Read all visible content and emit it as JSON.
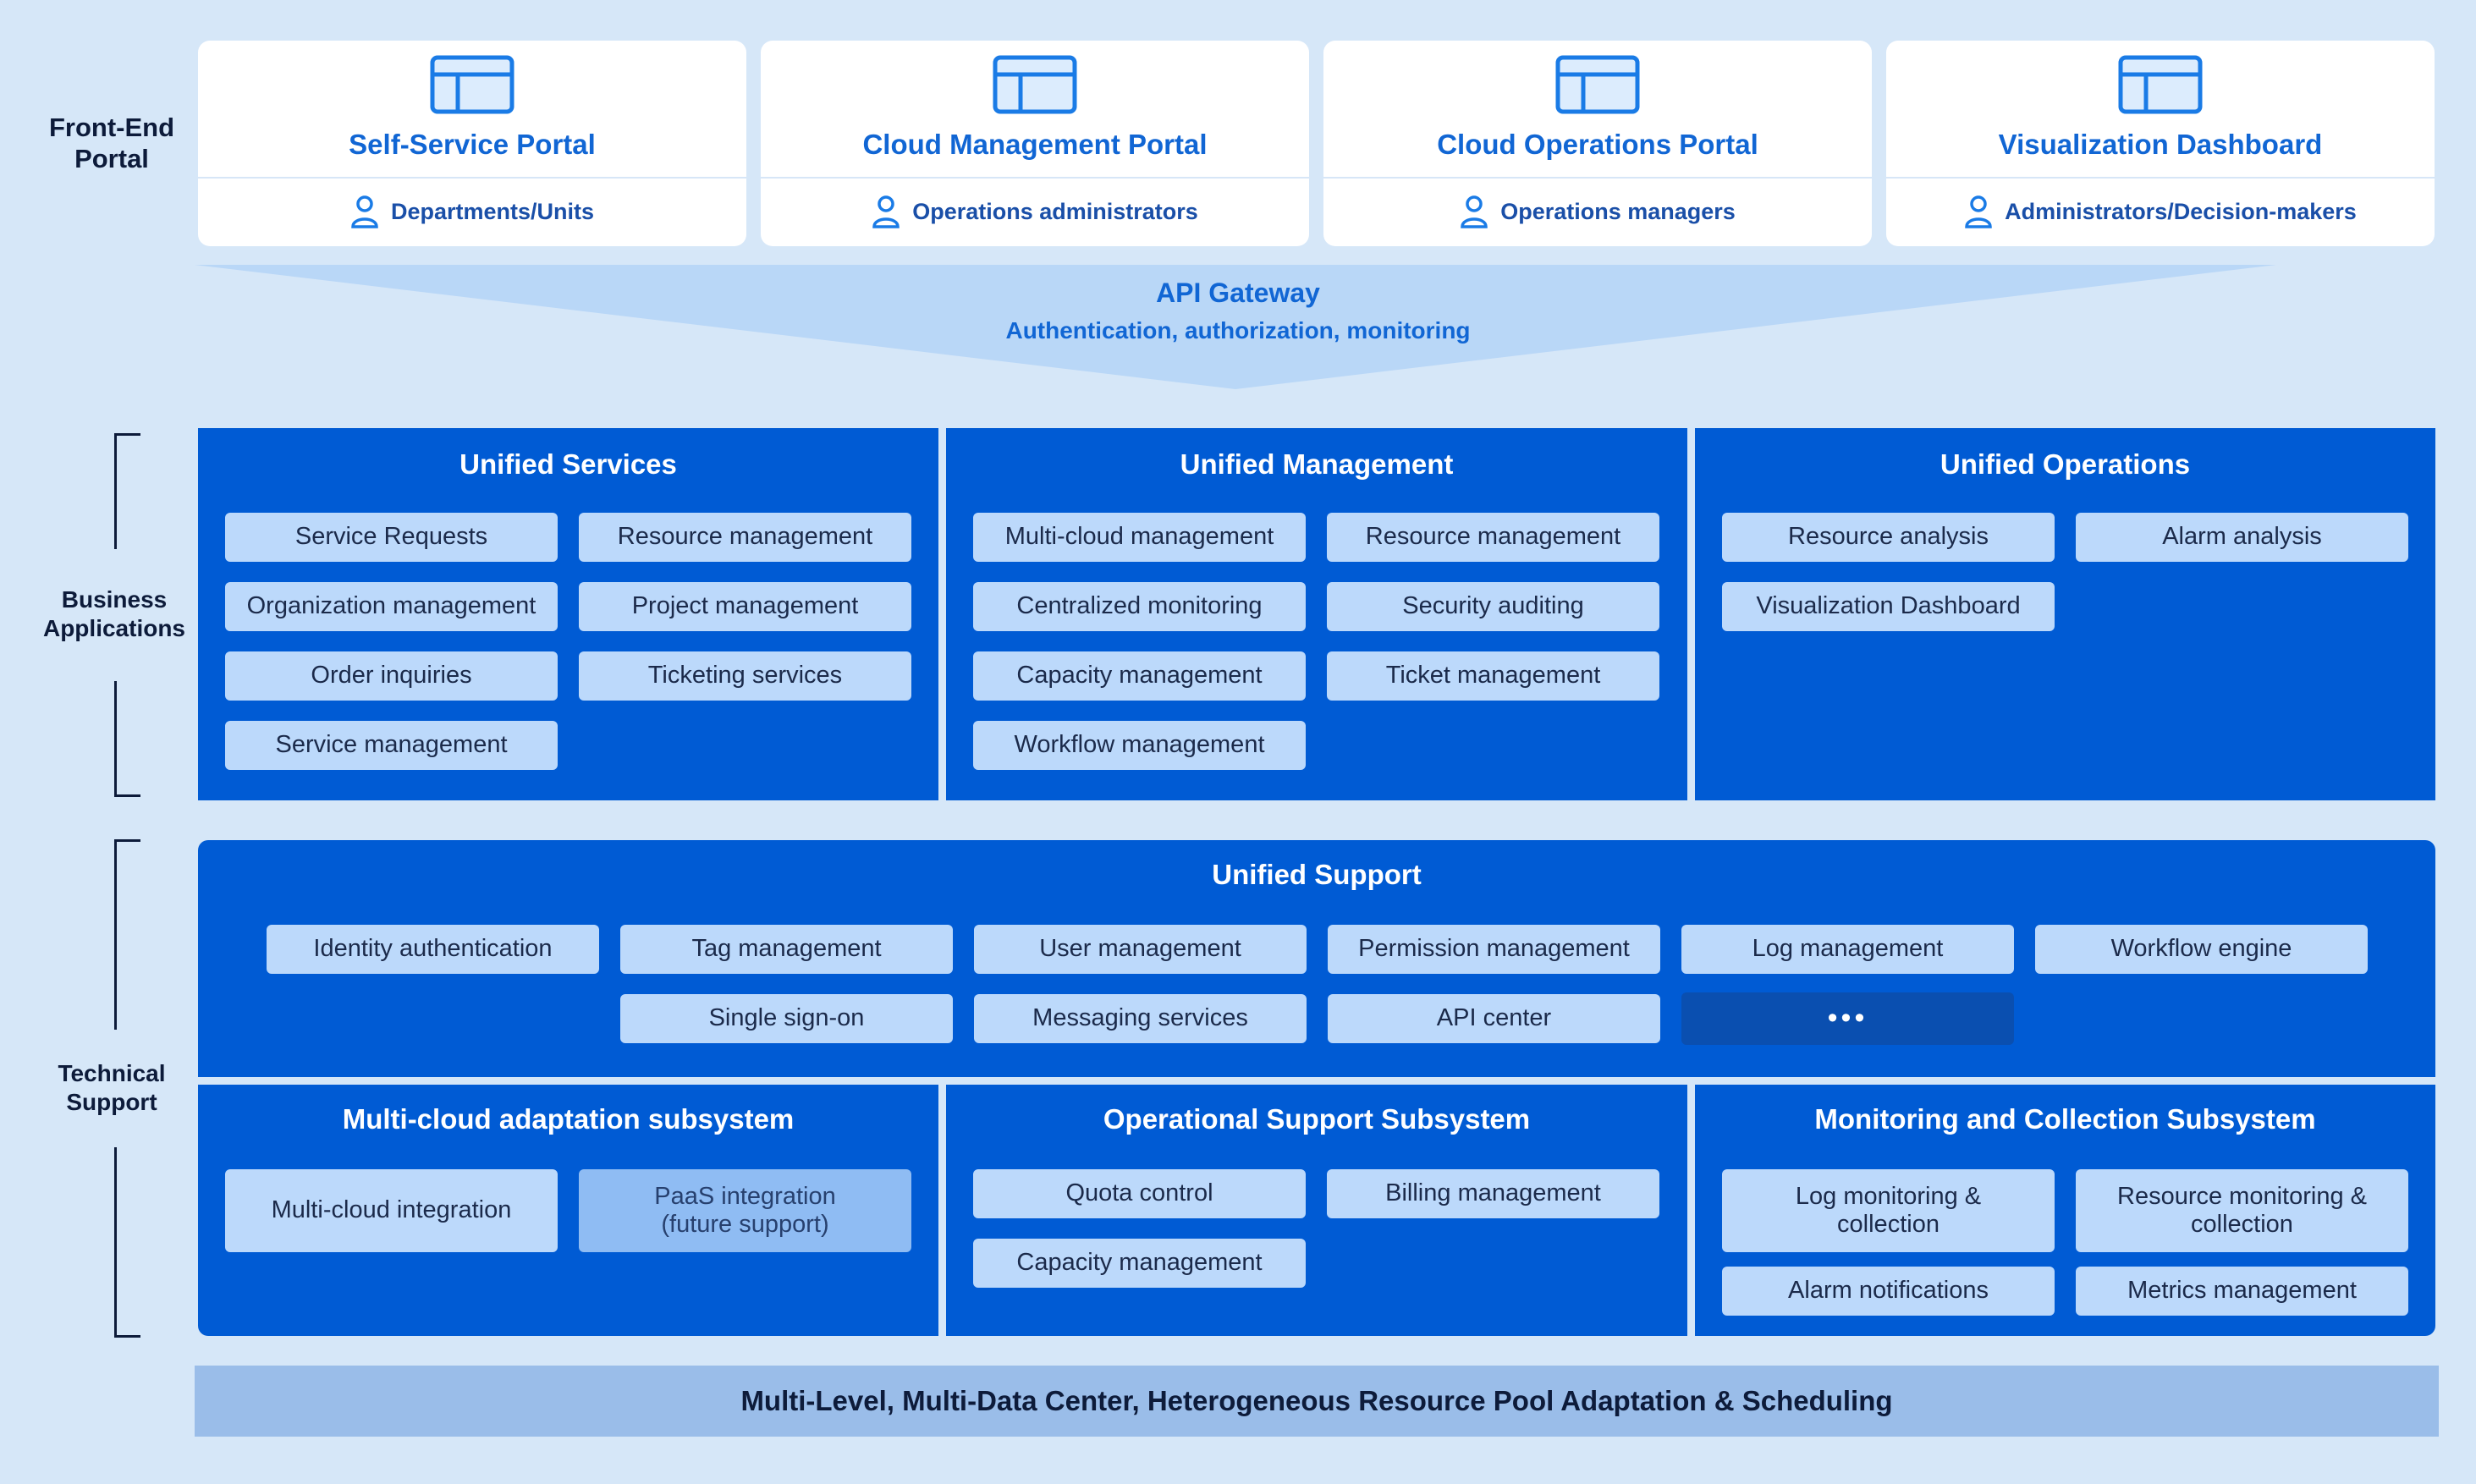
{
  "layers": {
    "front_end": "Front-End\nPortal",
    "business": "Business\nApplications",
    "technical": "Technical\nSupport"
  },
  "portals": [
    {
      "title": "Self-Service Portal",
      "users": "Departments/Units"
    },
    {
      "title": "Cloud Management Portal",
      "users": "Operations administrators"
    },
    {
      "title": "Cloud Operations Portal",
      "users": "Operations managers"
    },
    {
      "title": "Visualization Dashboard",
      "users": "Administrators/Decision-makers"
    }
  ],
  "gateway": {
    "title": "API Gateway",
    "subtitle": "Authentication, authorization, monitoring"
  },
  "business": {
    "services": {
      "title": "Unified Services",
      "items": [
        "Service Requests",
        "Resource management",
        "Organization management",
        "Project management",
        "Order inquiries",
        "Ticketing services",
        "Service management"
      ]
    },
    "management": {
      "title": "Unified Management",
      "items": [
        "Multi-cloud management",
        "Resource management",
        "Centralized monitoring",
        "Security auditing",
        "Capacity management",
        "Ticket management",
        "Workflow management"
      ]
    },
    "operations": {
      "title": "Unified Operations",
      "items": [
        "Resource analysis",
        "Alarm analysis",
        "Visualization Dashboard"
      ]
    }
  },
  "support": {
    "title": "Unified Support",
    "items": [
      "Identity authentication",
      "Tag management",
      "User management",
      "Permission management",
      "Log management",
      "Workflow engine",
      "Single sign-on",
      "Messaging services",
      "API center",
      "•••"
    ]
  },
  "subsystems": {
    "multicloud": {
      "title": "Multi-cloud adaptation subsystem",
      "items": [
        "Multi-cloud integration",
        "PaaS integration\n(future support)"
      ]
    },
    "operational": {
      "title": "Operational Support Subsystem",
      "items": [
        "Quota control",
        "Billing management",
        "Capacity management"
      ]
    },
    "monitoring": {
      "title": "Monitoring and Collection Subsystem",
      "items": [
        "Log monitoring &\ncollection",
        "Resource monitoring &\ncollection",
        "Alarm notifications",
        "Metrics management"
      ]
    }
  },
  "foundation": "Multi-Level, Multi-Data Center, Heterogeneous Resource Pool Adaptation & Scheduling",
  "colors": {
    "background": "#d6e7f8",
    "panel": "#005bd4",
    "chip": "#bcd9fb",
    "accent": "#1166d4",
    "foundation": "#9abde9"
  },
  "icons": {
    "portal": "window-layout-icon",
    "users": "user-icon",
    "more": "ellipsis-icon"
  }
}
